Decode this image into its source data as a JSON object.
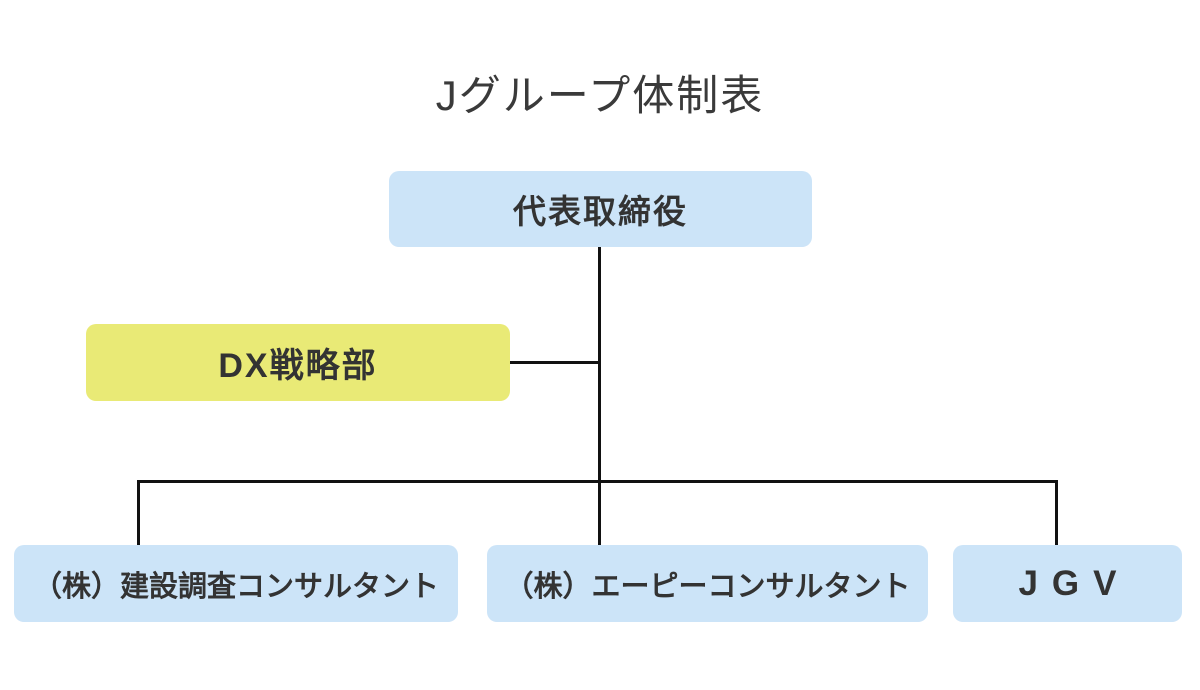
{
  "diagram": {
    "title": "Jグループ体制表",
    "root": {
      "label": "代表取締役"
    },
    "staff": {
      "label": "DX戦略部"
    },
    "children": [
      {
        "label": "（株）建設調査コンサルタント"
      },
      {
        "label": "（株）エーピーコンサルタント"
      },
      {
        "label": "JGV"
      }
    ],
    "colors": {
      "node_blue": "#cce4f8",
      "node_yellow": "#e9ea76",
      "connector": "#111111",
      "text": "#333333",
      "background": "#ffffff"
    }
  }
}
